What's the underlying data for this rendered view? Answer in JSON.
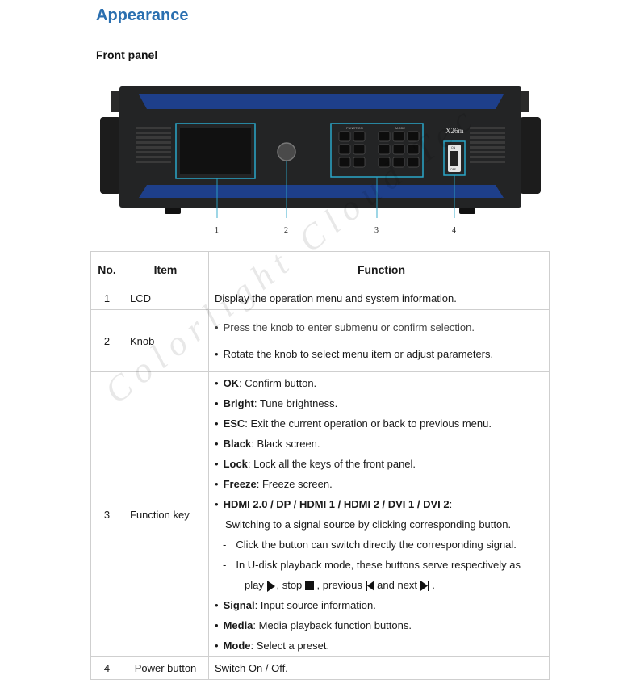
{
  "heading": "Appearance",
  "subheading": "Front panel",
  "device": {
    "brand_label": "X26m",
    "section_labels": [
      "FUNCTION",
      "MODE"
    ],
    "power_on": "ON",
    "power_off": "OFF",
    "callouts": [
      "1",
      "2",
      "3",
      "4"
    ]
  },
  "watermark": "Colorlight Cloud Tec",
  "table": {
    "headers": {
      "no": "No.",
      "item": "Item",
      "function": "Function"
    },
    "rows": [
      {
        "no": "1",
        "item": "LCD",
        "lines": [
          "Display the operation menu and system information."
        ]
      },
      {
        "no": "2",
        "item": "Knob",
        "lines": [
          "Press the knob to enter submenu or confirm selection.",
          "Rotate the knob to select menu item or adjust parameters."
        ]
      },
      {
        "no": "3",
        "item": "Function key",
        "entries": [
          {
            "term": "OK",
            "desc": ": Confirm button."
          },
          {
            "term": "Bright",
            "desc": ": Tune brightness."
          },
          {
            "term": "ESC",
            "desc": ": Exit the current operation or back to previous menu."
          },
          {
            "term": "Black",
            "desc": ": Black screen."
          },
          {
            "term": "Lock",
            "desc": ": Lock all the keys of the front panel."
          },
          {
            "term": "Freeze",
            "desc": ": Freeze screen."
          },
          {
            "term": "HDMI 2.0 / DP / HDMI 1 / HDMI 2 / DVI 1 / DVI 2",
            "desc": ":"
          }
        ],
        "hdmi_detail": "Switching to a signal source by clicking corresponding button.",
        "dash1": "Click the button can switch directly the corresponding signal.",
        "dash2": "In U-disk playback mode, these buttons serve respectively as",
        "playback": {
          "play": "play",
          "stop": ", stop",
          "previous": ", previous",
          "next": "and next",
          "end": "."
        },
        "entries2": [
          {
            "term": "Signal",
            "desc": ": Input source information."
          },
          {
            "term": "Media",
            "desc": ": Media playback function buttons."
          },
          {
            "term": "Mode",
            "desc": ": Select a preset."
          }
        ]
      },
      {
        "no": "4",
        "item": "Power button",
        "lines": [
          "Switch On / Off."
        ]
      }
    ]
  }
}
